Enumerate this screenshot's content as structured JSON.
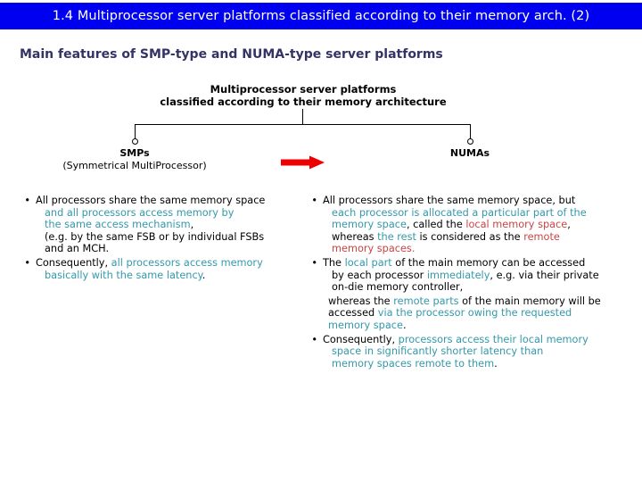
{
  "slide": {
    "title": "1.4 Multiprocessor server platforms classified according to their memory arch. (2)",
    "subtitle": "Main features of SMP-type and NUMA-type server platforms"
  },
  "colors": {
    "title_bar_bg": "#0000f0",
    "title_bar_text": "#ffffff",
    "subtitle": "#333366",
    "black": "#000000",
    "teal": "#3399aa",
    "red": "#cc4444",
    "arrow_red": "#ee0000"
  },
  "diagram": {
    "root_line1": "Multiprocessor server platforms",
    "root_line2": "classified according to their memory architecture",
    "branches": [
      {
        "title": "SMPs",
        "subtitle": "(Symmetrical MultiProcessor)"
      },
      {
        "title": "NUMAs",
        "subtitle": ""
      }
    ],
    "arrow": "right-arrow-icon"
  },
  "columns": {
    "left": {
      "bullets": [
        {
          "marker": "•",
          "lines": [
            [
              {
                "text": "All processors share the same memory space",
                "color": "black"
              }
            ],
            [
              {
                "text": "and all processors access memory by",
                "color": "teal"
              }
            ],
            [
              {
                "text": "the same access mechanism",
                "color": "teal"
              },
              {
                "text": ",",
                "color": "black"
              }
            ],
            [
              {
                "text": "(e.g. by the same FSB or by individual FSBs",
                "color": "black"
              }
            ],
            [
              {
                "text": "and an MCH.",
                "color": "black"
              }
            ]
          ]
        },
        {
          "marker": "•",
          "lines": [
            [
              {
                "text": "Consequently, ",
                "color": "black"
              },
              {
                "text": "all processors access memory",
                "color": "teal"
              }
            ],
            [
              {
                "text": "basically  with the same latency",
                "color": "teal"
              },
              {
                "text": ".",
                "color": "black"
              }
            ]
          ]
        }
      ]
    },
    "right": {
      "bullets": [
        {
          "marker": "•",
          "lines": [
            [
              {
                "text": "All processors share the same memory space, but",
                "color": "black"
              }
            ],
            [
              {
                "text": "each processor is allocated a particular part of the",
                "color": "teal"
              }
            ],
            [
              {
                "text": "memory space",
                "color": "teal"
              },
              {
                "text": ",  called the ",
                "color": "black"
              },
              {
                "text": "local memory space",
                "color": "red"
              },
              {
                "text": ",",
                "color": "black"
              }
            ],
            [
              {
                "text": "whereas ",
                "color": "black"
              },
              {
                "text": "the rest",
                "color": "teal"
              },
              {
                "text": " is considered as the ",
                "color": "black"
              },
              {
                "text": "remote",
                "color": "red"
              }
            ],
            [
              {
                "text": "memory spaces.",
                "color": "red"
              }
            ]
          ]
        },
        {
          "marker": "•",
          "lines": [
            [
              {
                "text": "The ",
                "color": "black"
              },
              {
                "text": "local part",
                "color": "teal"
              },
              {
                "text": " of the main memory can be accessed",
                "color": "black"
              }
            ],
            [
              {
                "text": "by each processor ",
                "color": "black"
              },
              {
                "text": "immediately",
                "color": "teal"
              },
              {
                "text": ",  e.g. via their private",
                "color": "black"
              }
            ],
            [
              {
                "text": "on-die memory controller,",
                "color": "black"
              }
            ]
          ]
        },
        {
          "marker": "",
          "lines": [
            [
              {
                "text": "whereas the ",
                "color": "black"
              },
              {
                "text": "remote parts",
                "color": "teal"
              },
              {
                "text": " of the main memory  will be",
                "color": "black"
              }
            ],
            [
              {
                "text": "accessed ",
                "color": "black"
              },
              {
                "text": "via the processor owing the requested",
                "color": "teal"
              }
            ],
            [
              {
                "text": "memory space",
                "color": "teal"
              },
              {
                "text": ".",
                "color": "black"
              }
            ]
          ]
        },
        {
          "marker": "•",
          "lines": [
            [
              {
                "text": "Consequently, ",
                "color": "black"
              },
              {
                "text": "processors access their local memory",
                "color": "teal"
              }
            ],
            [
              {
                "text": "space in significantly  shorter latency than",
                "color": "teal"
              }
            ],
            [
              {
                "text": "memory spaces remote to them",
                "color": "teal"
              },
              {
                "text": ".",
                "color": "black"
              }
            ]
          ]
        }
      ]
    }
  }
}
